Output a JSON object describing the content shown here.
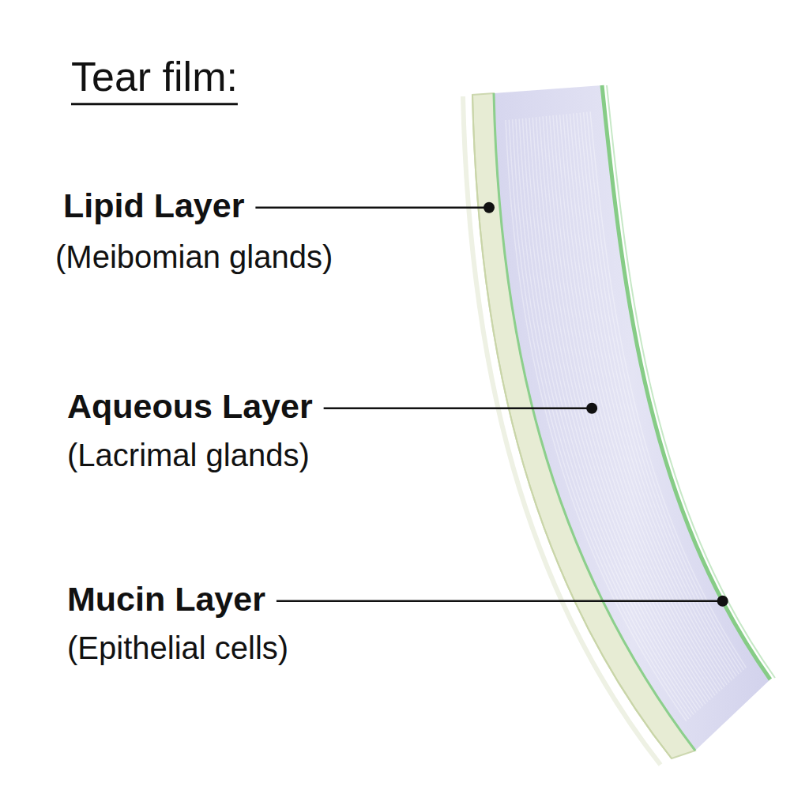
{
  "diagram": {
    "title": "Tear film:",
    "labels": [
      "Lipid Layer",
      "(Meibomian glands)",
      "Aqueous Layer",
      "(Lacrimal glands)",
      "Mucin Layer",
      "(Epithelial cells)"
    ]
  }
}
